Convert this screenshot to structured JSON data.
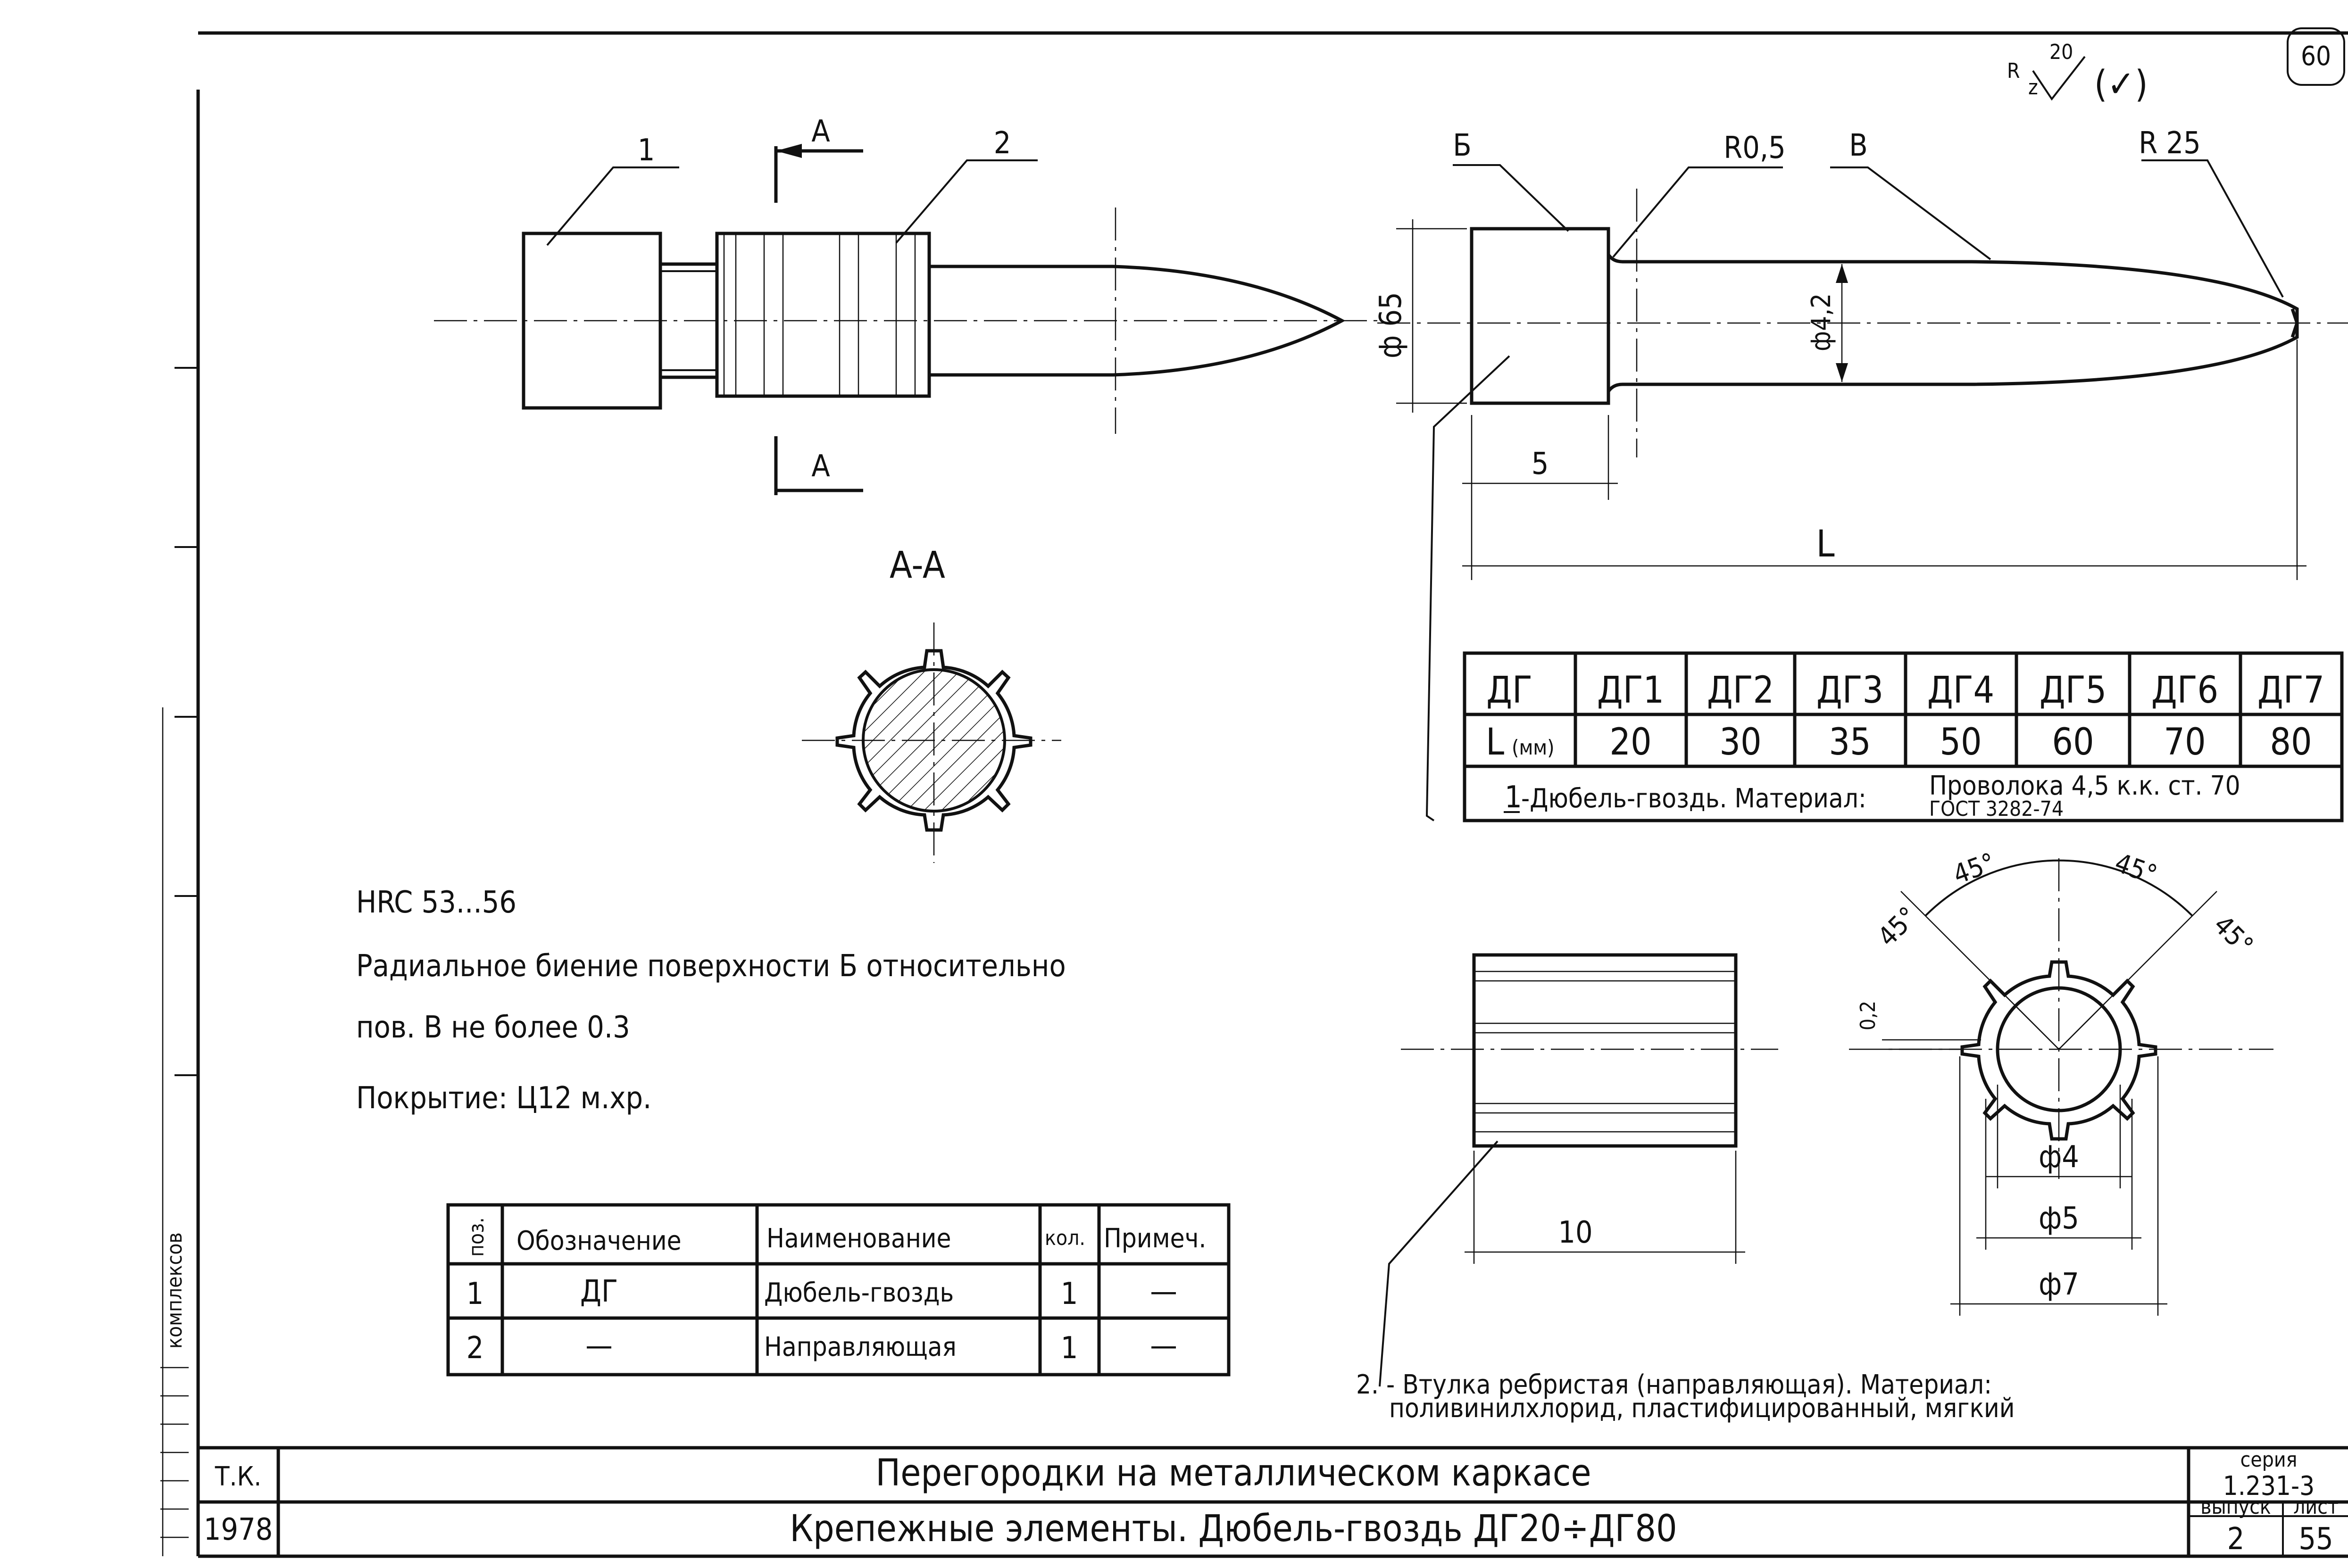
{
  "header": {
    "sheet_mark": "60",
    "roughness": {
      "r": "R",
      "z": "z",
      "value": "20",
      "check": "(✓)"
    }
  },
  "view_main": {
    "section_letter_top": "A",
    "section_letter_bottom": "A",
    "leader_1": "1",
    "leader_2": "2",
    "section_title": "A-A"
  },
  "view_nail": {
    "label_b": "Б",
    "label_v": "В",
    "label_r05": "R0,5",
    "label_r25": "R 25",
    "dim_head_dia": "ф 65",
    "dim_shank_dia": "ф4,2",
    "dim_head_len": "5",
    "dim_total": "L"
  },
  "length_table": {
    "row1_head": "ДГ",
    "row2_head": "L",
    "row2_unit": "(мм)",
    "columns": [
      {
        "name": "ДГ1",
        "value": "20"
      },
      {
        "name": "ДГ2",
        "value": "30"
      },
      {
        "name": "ДГ3",
        "value": "35"
      },
      {
        "name": "ДГ4",
        "value": "50"
      },
      {
        "name": "ДГ5",
        "value": "60"
      },
      {
        "name": "ДГ6",
        "value": "70"
      },
      {
        "name": "ДГ7",
        "value": "80"
      }
    ],
    "note_num": "1",
    "note_text": "-Дюбель-гвоздь. Материал:",
    "note_material_1": "Проволока 4,5 к.к. ст. 70",
    "note_material_2": "ГОСТ 3282-74"
  },
  "notes": {
    "hrc": "HRC 53...56",
    "runout_1": "Радиальное биение поверхности Б относительно",
    "runout_2": "пов. В не более 0.3",
    "coating": "Покрытие: Ц12 м.хр."
  },
  "spec_table": {
    "headers": [
      "поз.",
      "Обозначение",
      "Наименование",
      "кол.",
      "Примеч."
    ],
    "rows": [
      [
        "1",
        "ДГ",
        "Дюбель-гвоздь",
        "1",
        "—"
      ],
      [
        "2",
        "—",
        "Направляющая",
        "1",
        "—"
      ]
    ]
  },
  "bushing": {
    "dim_len": "10",
    "angle_labels": [
      "45°",
      "45°",
      "45°",
      "45°"
    ],
    "dim_rib": "0,2",
    "dim_d4": "ф4",
    "dim_d5": "ф5",
    "dim_d7": "ф7",
    "note_line1": "2. - Втулка ребристая (направляющая). Материал:",
    "note_line2": "поливинилхлорид, пластифицированный, мягкий"
  },
  "title_block": {
    "tk": "Т.К.",
    "year": "1978",
    "title": "Перегородки на металлическом каркасе",
    "subtitle": "Крепежные элементы.   Дюбель-гвоздь   ДГ20÷ДГ80",
    "series_label": "серия",
    "series_value": "1.231-3",
    "issue_label": "выпуск",
    "issue_value": "2",
    "sheet_label": "лист",
    "sheet_value": "55"
  },
  "left_margin": {
    "stamp": "комплексов"
  }
}
